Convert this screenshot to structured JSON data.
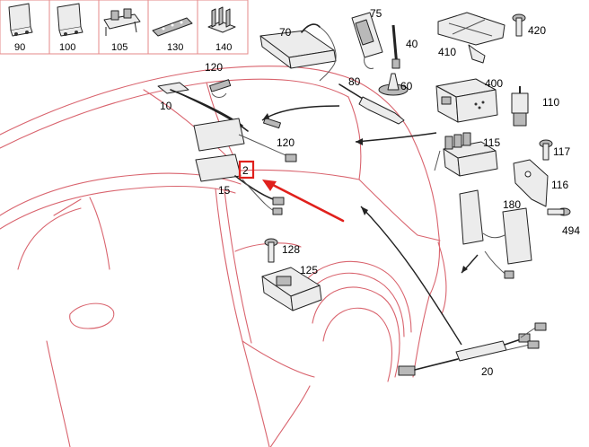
{
  "thumbnails": [
    {
      "label": "90"
    },
    {
      "label": "100"
    },
    {
      "label": "105"
    },
    {
      "label": "130"
    },
    {
      "label": "140"
    }
  ],
  "parts": {
    "p70": "70",
    "p75": "75",
    "p40": "40",
    "p410": "410",
    "p420": "420",
    "p120a": "120",
    "p80": "80",
    "p60": "60",
    "p400": "400",
    "p110": "110",
    "p10": "10",
    "p120b": "120",
    "p115": "115",
    "p117": "117",
    "p2": "2",
    "p15": "15",
    "p116": "116",
    "p180": "180",
    "p494": "494",
    "p128": "128",
    "p125": "125",
    "p20": "20"
  },
  "colors": {
    "highlight": "#e0201c",
    "car_outline": "#d9646e",
    "thumb_border": "#e58a8a"
  }
}
